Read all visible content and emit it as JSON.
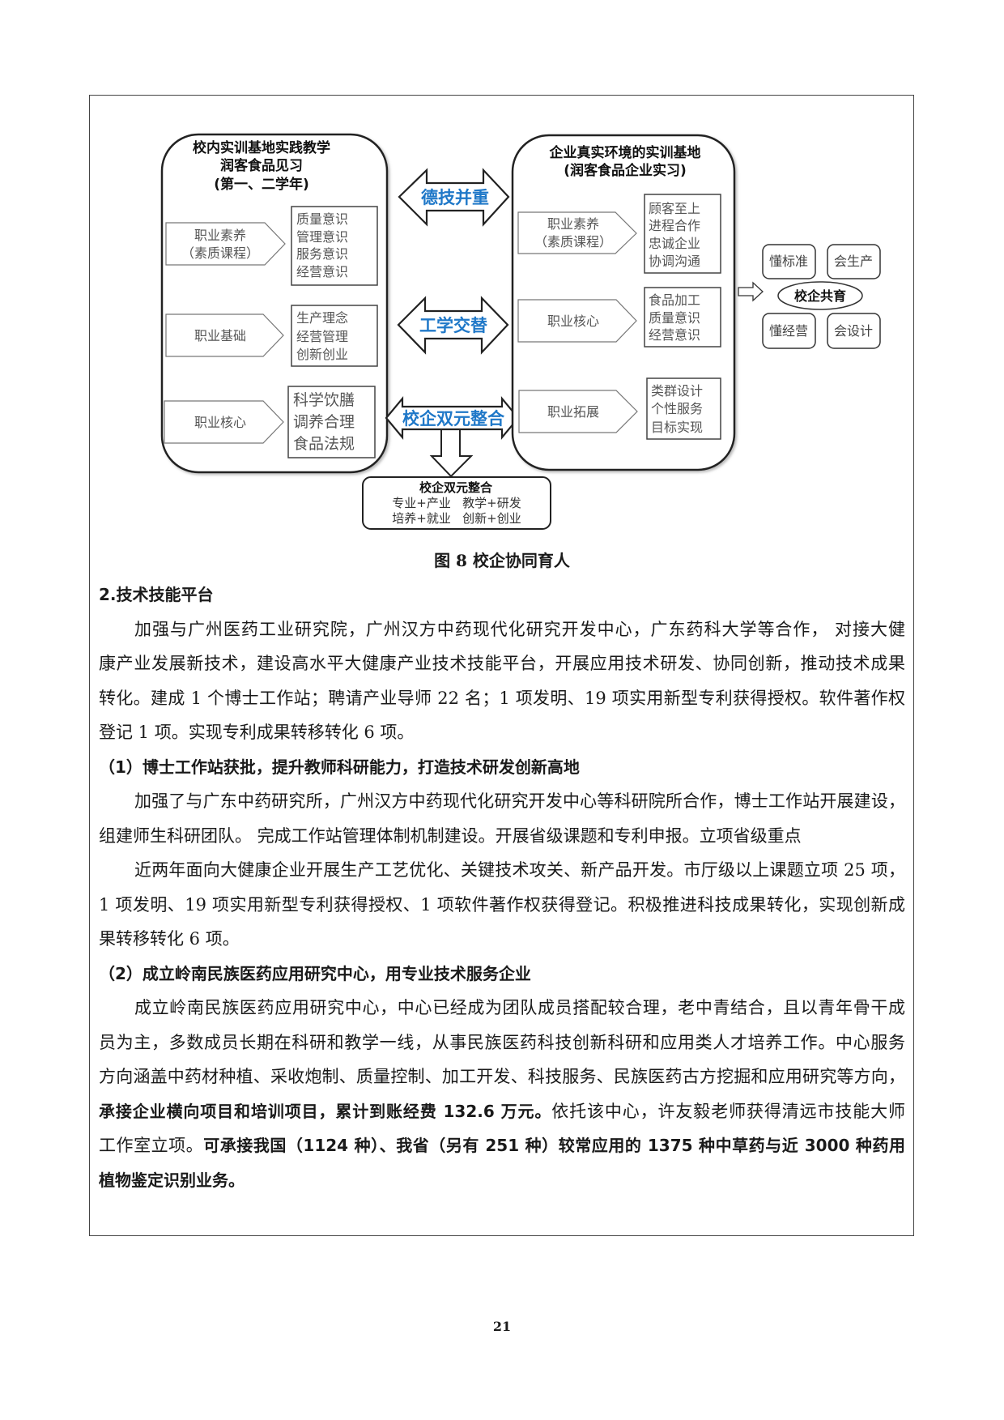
{
  "figure": {
    "left_panel": {
      "title": [
        "校内实训基地实践教学",
        "润客食品见习",
        "(第一、二学年)"
      ],
      "rows": [
        {
          "label": [
            "职业素养",
            "（素质课程）"
          ],
          "items": [
            "质量意识",
            "管理意识",
            "服务意识",
            "经营意识"
          ]
        },
        {
          "label": [
            "职业基础"
          ],
          "items": [
            "生产理念",
            "经营管理",
            "创新创业"
          ]
        },
        {
          "label": [
            "职业核心"
          ],
          "items": [
            "科学饮膳",
            "调养合理",
            "食品法规"
          ]
        }
      ]
    },
    "arrows": [
      "德技并重",
      "工学交替",
      "校企双元整合"
    ],
    "right_panel": {
      "title": [
        "企业真实环境的实训基地",
        "(润客食品企业实习)"
      ],
      "rows": [
        {
          "label": [
            "职业素养",
            "（素质课程）"
          ],
          "items": [
            "顾客至上",
            "进程合作",
            "忠诚企业",
            "协调沟通"
          ]
        },
        {
          "label": [
            "职业核心"
          ],
          "items": [
            "食品加工",
            "质量意识",
            "经营意识"
          ]
        },
        {
          "label": [
            "职业拓展"
          ],
          "items": [
            "类群设计",
            "个性服务",
            "目标实现"
          ]
        }
      ]
    },
    "bottom_box": {
      "title": "校企双元整合",
      "lines": [
        "专业+产业   教学+研发",
        "培养+就业   创新+创业"
      ]
    },
    "outcome": {
      "center": "校企共育",
      "pills": [
        "懂标准",
        "会生产",
        "懂经营",
        "会设计"
      ]
    },
    "caption": "图 8  校企协同育人"
  },
  "section": {
    "heading": "2.技术技能平台",
    "p1": [
      "加强与广州医药工业研究院，广州汉方中药现代化研究开发中心，广东药科大学等合作， 对接大健",
      "康产业发展新技术，建设高水平大健康产业技术技能平台，开展应用技术研发、协同创新，推动技术成果",
      "转化。建成 1 个博士工作站；聘请产业导师 22 名；1 项发明、19 项实用新型专利获得授权。软件著作权",
      "登记 1 项。实现专利成果转移转化 6 项。"
    ],
    "sub1": "（1）博士工作站获批，提升教师科研能力，打造技术研发创新高地",
    "p2": [
      "加强了与广东中药研究所，广州汉方中药现代化研究开发中心等科研院所合作，博士工作站开展建设，",
      "组建师生科研团队。 完成工作站管理体制机制建设。开展省级课题和专利申报。立项省级重点"
    ],
    "p3": [
      "近两年面向大健康企业开展生产工艺优化、关键技术攻关、新产品开发。市厅级以上课题立项 25 项，",
      "1 项发明、19 项实用新型专利获得授权、1 项软件著作权获得登记。积极推进科技成果转化，实现创新成",
      "果转移转化 6 项。"
    ],
    "sub2": "（2）成立岭南民族医药应用研究中心，用专业技术服务企业",
    "p4": [
      "成立岭南民族医药应用研究中心，中心已经成为团队成员搭配较合理，老中青结合，且以青年骨干成",
      "员为主，多数成员长期在科研和教学一线，从事民族医药科技创新科研和应用类人才培养工作。中心服务",
      "方向涵盖中药材种植、采收炮制、质量控制、加工开发、科技服务、民族医药古方挖掘和应用研究等方向，"
    ],
    "p4_l4_bold": "承接企业横向项目和培训项目，累计到账经费 132.6 万元。",
    "p4_l4_rest": "依托该中心，许友毅老师获得清远市技能大师",
    "p4_l5_normal": "工作室立项。",
    "p4_l5_bold": "可承接我国（1124 种）、我省（另有 251 种）较常应用的 1375 种中草药与近 3000 种药用",
    "p4_l6_bold": "植物鉴定识别业务。"
  },
  "page_number": "21",
  "colors": {
    "arrow_text": "#1f78c8"
  }
}
